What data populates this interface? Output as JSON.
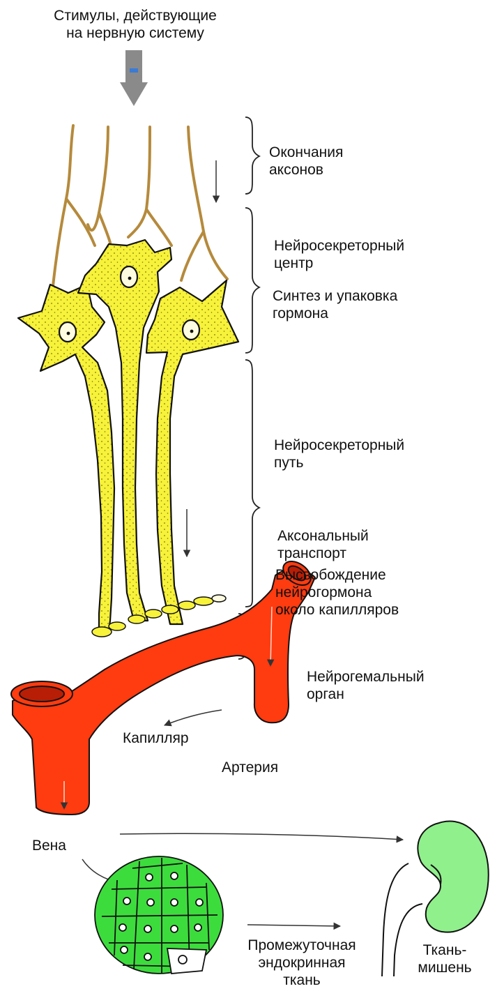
{
  "title_lines": [
    "Стимулы, действующие",
    "на нервную систему"
  ],
  "stages": {
    "axon_endings": [
      "Окончания",
      "аксонов"
    ],
    "center": [
      "Нейросекреторный",
      "центр"
    ],
    "synthesis": [
      "Синтез и упаковка",
      "гормона"
    ],
    "pathway": [
      "Нейросекреторный",
      "путь"
    ],
    "transport": [
      "Аксональный",
      "транспорт"
    ],
    "release": [
      "Высвобождение",
      "нейрогормона",
      "около капилляров"
    ]
  },
  "vessels": {
    "organ": [
      "Нейрогемальный",
      "орган"
    ],
    "capillary": "Капилляр",
    "artery": "Артерия",
    "vein": "Вена"
  },
  "targets": {
    "intermediate": [
      "Промежуточная",
      "эндокринная",
      "ткань"
    ],
    "target_tissue": [
      "Ткань-",
      "мишень"
    ]
  },
  "colors": {
    "neuron_fill": "#f7f23a",
    "dendrite": "#b58a3c",
    "vessel": "#ff3b10",
    "gland": "#3ddc3d",
    "kidney": "#90f08c",
    "outline": "#111111"
  }
}
